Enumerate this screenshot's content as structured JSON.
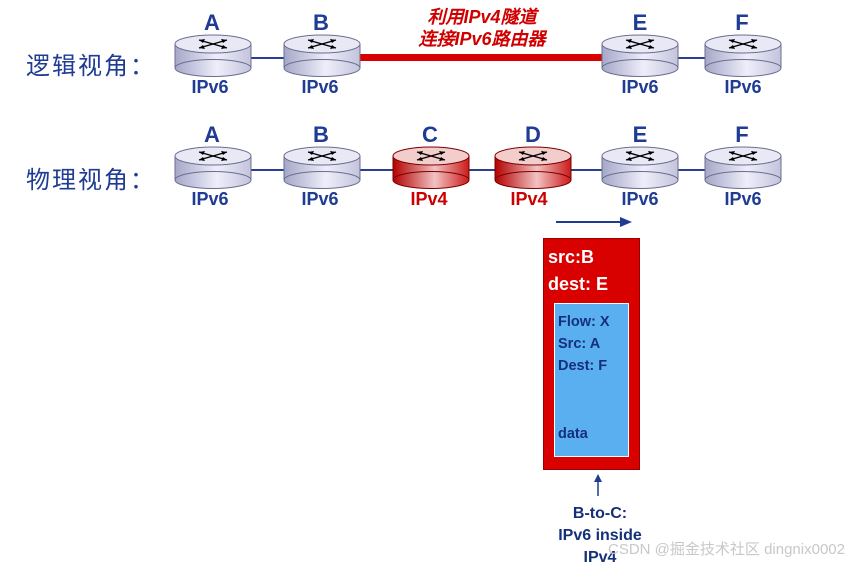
{
  "logical": {
    "label": "逻辑视角：",
    "tunnel_caption_line1": "利用IPv4隧道",
    "tunnel_caption_line2": "连接IPv6路由器",
    "routers": [
      {
        "name": "A",
        "protocol": "IPv6"
      },
      {
        "name": "B",
        "protocol": "IPv6"
      },
      {
        "name": "E",
        "protocol": "IPv6"
      },
      {
        "name": "F",
        "protocol": "IPv6"
      }
    ]
  },
  "physical": {
    "label": "物理视角：",
    "routers": [
      {
        "name": "A",
        "protocol": "IPv6"
      },
      {
        "name": "B",
        "protocol": "IPv6"
      },
      {
        "name": "C",
        "protocol": "IPv4"
      },
      {
        "name": "D",
        "protocol": "IPv4"
      },
      {
        "name": "E",
        "protocol": "IPv6"
      },
      {
        "name": "F",
        "protocol": "IPv6"
      }
    ]
  },
  "packet": {
    "outer_src": "src:B",
    "outer_dest": "dest: E",
    "inner_flow": "Flow: X",
    "inner_src": "Src: A",
    "inner_dest": "Dest: F",
    "inner_data": "data"
  },
  "note": {
    "line1": "B-to-C:",
    "line2": "IPv6 inside",
    "line3": "IPv4"
  },
  "watermark": "CSDN @掘金技术社区 dingnix0002",
  "colors": {
    "ipv6_router": "#d9d9ee",
    "ipv4_router": "#d20000",
    "tunnel": "#d80000",
    "label_blue": "#1f3b93"
  }
}
